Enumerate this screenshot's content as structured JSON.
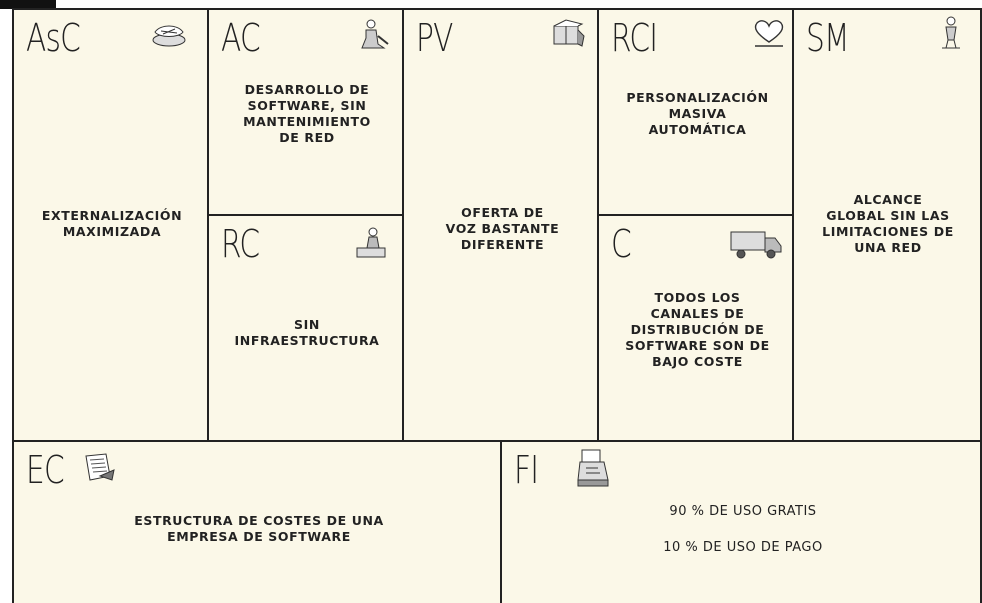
{
  "blocks": {
    "asc": {
      "code": "AsC",
      "icon": "handshake-icon",
      "text": "EXTERNALIZACIÓN\nMAXIMIZADA"
    },
    "ac": {
      "code": "AC",
      "icon": "worker-icon",
      "text": "DESARROLLO DE\nSOFTWARE, SIN\nMANTENIMIENTO\nDE RED"
    },
    "rc": {
      "code": "RC",
      "icon": "builder-icon",
      "text": "SIN\nINFRAESTRUCTURA"
    },
    "pv": {
      "code": "PV",
      "icon": "gift-icon",
      "text": "OFERTA DE\nVOZ BASTANTE\nDIFERENTE"
    },
    "rci": {
      "code": "RCI",
      "icon": "heart-icon",
      "text": "PERSONALIZACIÓN\nMASIVA\nAUTOMÁTICA"
    },
    "c": {
      "code": "C",
      "icon": "truck-icon",
      "text": "TODOS LOS\nCANALES DE\nDISTRIBUCIÓN DE\nSOFTWARE SON DE\nBAJO COSTE"
    },
    "sm": {
      "code": "SM",
      "icon": "person-icon",
      "text": "ALCANCE\nGLOBAL SIN LAS\nLIMITACIONES DE\nUNA RED"
    },
    "ec": {
      "code": "EC",
      "icon": "receipt-icon",
      "text": "ESTRUCTURA DE COSTES DE UNA\nEMPRESA DE SOFTWARE"
    },
    "fi": {
      "code": "FI",
      "icon": "cash-register-icon",
      "line1": "90 % DE USO GRATIS",
      "line2": "10 % DE USO DE PAGO"
    }
  },
  "colors": {
    "background": "#fbf8e8",
    "border": "#222222",
    "text": "#222222"
  }
}
